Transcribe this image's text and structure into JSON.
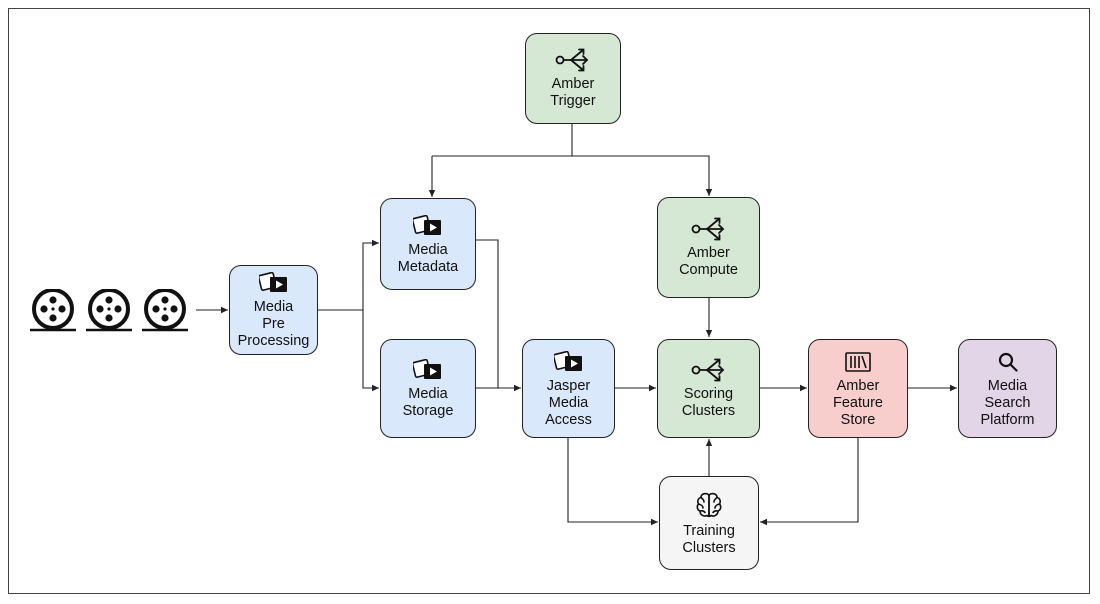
{
  "colors": {
    "blue": "#dae8fc",
    "green": "#d5e8d4",
    "red": "#f8cecc",
    "purple": "#e1d5e7",
    "grey": "#f5f5f5"
  },
  "nodes": {
    "media_pre_processing": {
      "label": "Media\nPre\nProcessing",
      "icon": "media-play-icon"
    },
    "media_metadata": {
      "label": "Media\nMetadata",
      "icon": "media-play-icon"
    },
    "media_storage": {
      "label": "Media\nStorage",
      "icon": "media-play-icon"
    },
    "amber_trigger": {
      "label": "Amber\nTrigger",
      "icon": "fanout-icon"
    },
    "amber_compute": {
      "label": "Amber\nCompute",
      "icon": "fanout-icon"
    },
    "jasper_media_access": {
      "label": "Jasper\nMedia\nAccess",
      "icon": "media-play-icon"
    },
    "scoring_clusters": {
      "label": "Scoring\nClusters",
      "icon": "fanout-icon"
    },
    "amber_feature_store": {
      "label": "Amber\nFeature\nStore",
      "icon": "library-icon"
    },
    "media_search_platform": {
      "label": "Media\nSearch\nPlatform",
      "icon": "search-icon"
    },
    "training_clusters": {
      "label": "Training\nClusters",
      "icon": "brain-icon"
    }
  },
  "sources": [
    "film-reel-icon",
    "film-reel-icon",
    "film-reel-icon"
  ]
}
